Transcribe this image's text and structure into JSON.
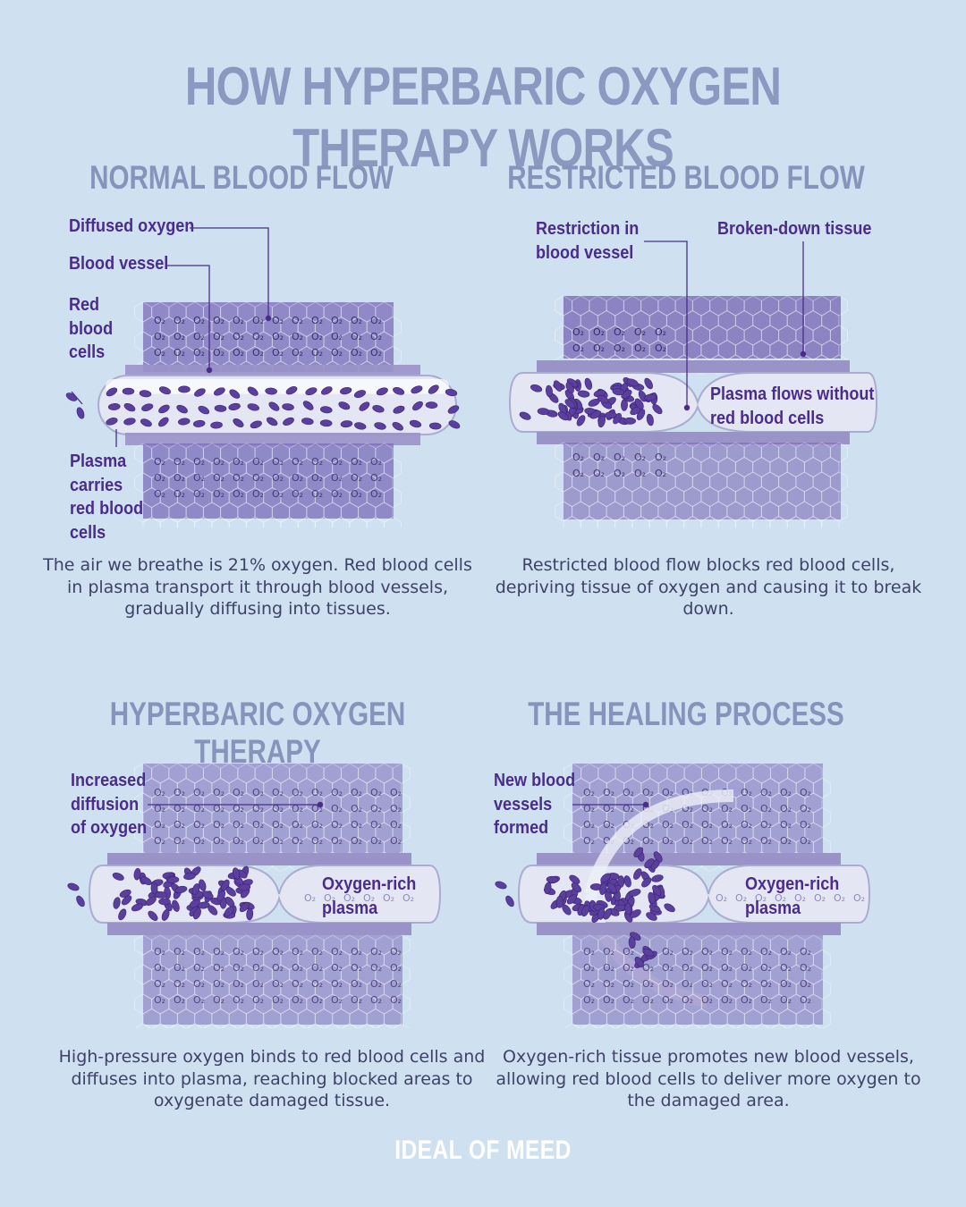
{
  "title": "HOW HYPERBARIC OXYGEN THERAPY WORKS",
  "colors": {
    "background": "#cfe1f1",
    "title": "#8b98bf",
    "label": "#4a2c8a",
    "tissue": "#7b6bb8",
    "cell": "#5b3f9e",
    "vessel": "#e4e6f4"
  },
  "panels": {
    "normal": {
      "title": "NORMAL BLOOD FLOW",
      "labels": {
        "diffused_oxygen": "Diffused oxygen",
        "blood_vessel": "Blood vessel",
        "red_blood_cells": "Red\nblood\ncells",
        "plasma": "Plasma\ncarries\nred blood\ncells"
      },
      "caption": "The air we breathe is 21% oxygen. Red blood cells in plasma transport it through blood vessels, gradually diffusing into tissues."
    },
    "restricted": {
      "title": "RESTRICTED BLOOD FLOW",
      "labels": {
        "restriction": "Restriction in\nblood vessel",
        "broken_tissue": "Broken-down tissue",
        "plasma_flows": "Plasma flows  without\nred blood cells"
      },
      "caption": "Restricted blood flow blocks red blood cells, depriving tissue of oxygen and causing it to break down."
    },
    "hbot": {
      "title": "HYPERBARIC OXYGEN THERAPY",
      "labels": {
        "increased_diffusion": "Increased\ndiffusion\nof oxygen",
        "oxygen_rich": "Oxygen-rich\nplasma"
      },
      "caption": "High-pressure oxygen binds to red blood cells and diffuses into plasma, reaching blocked areas to oxygenate damaged tissue."
    },
    "healing": {
      "title": "THE HEALING PROCESS",
      "labels": {
        "new_vessels": "New blood\nvessels\nformed",
        "oxygen_rich": "Oxygen-rich\nplasma"
      },
      "caption": "Oxygen-rich tissue promotes new blood vessels, allowing red blood cells to deliver more oxygen to the damaged area."
    }
  },
  "o2": "O₂",
  "brand": "IDEAL OF MEED"
}
